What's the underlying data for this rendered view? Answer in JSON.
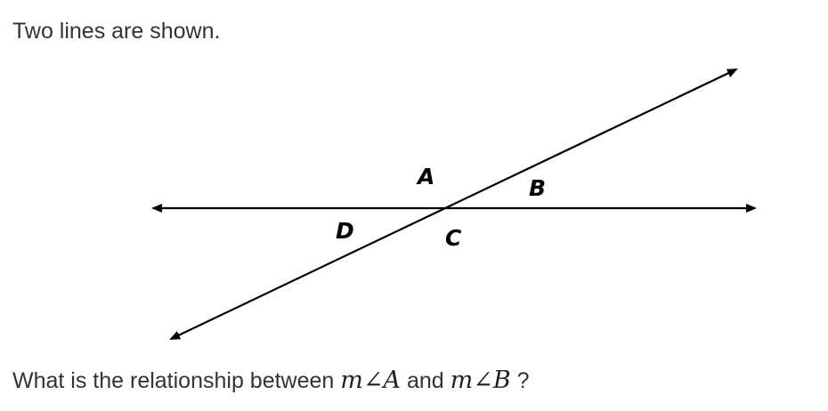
{
  "prompt": {
    "intro": "Two lines are shown.",
    "question_before": "What is the relationship between",
    "angle_a": {
      "var": "m",
      "symbol": "∠",
      "name": "A"
    },
    "connector": "and",
    "angle_b": {
      "var": "m",
      "symbol": "∠",
      "name": "B"
    },
    "question_end": "?"
  },
  "diagram": {
    "labels": {
      "a": "A",
      "b": "B",
      "c": "C",
      "d": "D"
    },
    "line_color": "#000000",
    "arrowheads": "both ends of each line"
  }
}
